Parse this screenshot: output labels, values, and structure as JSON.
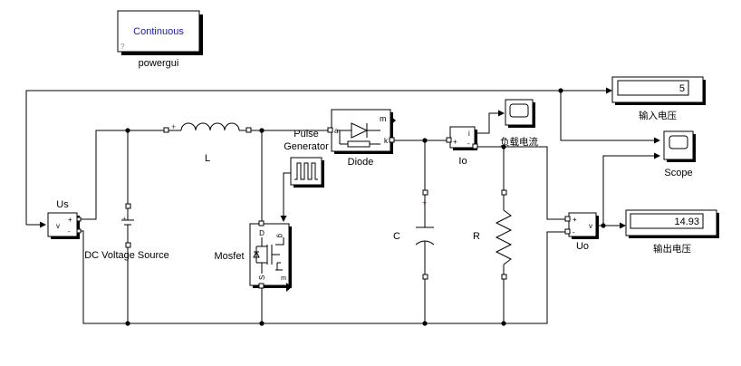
{
  "powergui": {
    "mode_label": "Continuous",
    "name": "powergui"
  },
  "blocks": {
    "us": "Us",
    "dc_source": "DC Voltage Source",
    "inductor": "L",
    "pulse_gen_line1": "Pulse",
    "pulse_gen_line2": "Generator",
    "mosfet": "Mosfet",
    "diode": "Diode",
    "capacitor": "C",
    "resistor": "R",
    "io": "Io",
    "uo": "Uo",
    "scope": "Scope",
    "load_current": "负载电流",
    "input_voltage": "输入电压",
    "output_voltage": "输出电压"
  },
  "displays": {
    "input_value": "5",
    "output_value": "14.93"
  },
  "ports": {
    "plus": "+",
    "minus": "-",
    "v": "v",
    "i": "i",
    "a": "a",
    "k": "k",
    "m": "m",
    "g": "g",
    "D": "D",
    "S": "S"
  }
}
